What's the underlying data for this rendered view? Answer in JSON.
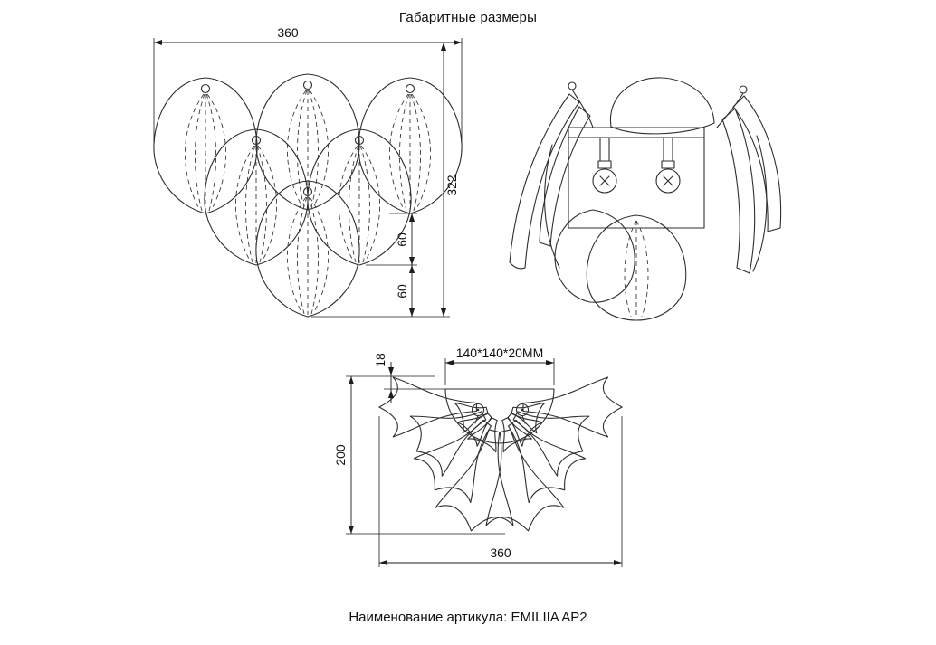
{
  "title": "Габаритные размеры",
  "footer": {
    "label": "Наименование артикула:",
    "value": "EMILIIA AP2"
  },
  "colors": {
    "line": "#2e2e2e",
    "background": "#ffffff"
  },
  "front_view": {
    "width": "360",
    "height": "322",
    "upper_segment": "60",
    "lower_segment": "60"
  },
  "top_view": {
    "plate_size": "140*140*20MM",
    "plate_offset": "18",
    "depth": "200",
    "width": "360"
  }
}
